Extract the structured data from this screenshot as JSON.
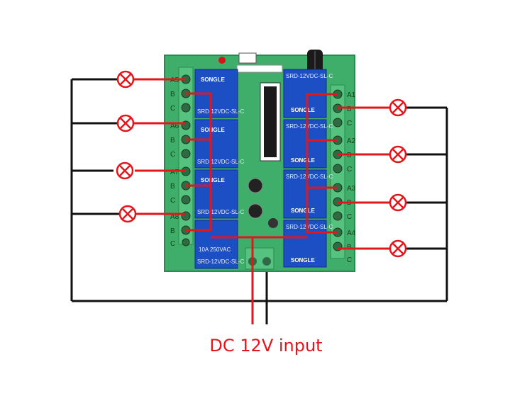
{
  "caption": "DC 12V input",
  "relay": {
    "brand": "SONGLE",
    "model_label": "SRD-12VDC-SL-C",
    "rating_label": "10A 250VAC",
    "count": 8
  },
  "terminal_labels": {
    "left": [
      "A5",
      "B",
      "C",
      "A6",
      "B",
      "C",
      "A7",
      "B",
      "C",
      "A8",
      "B",
      "C"
    ],
    "right": [
      "A1",
      "B",
      "C",
      "A2",
      "B",
      "C",
      "A3",
      "B",
      "C",
      "A4",
      "B",
      "C"
    ]
  },
  "colors": {
    "wire_red": "#e3161c",
    "wire_black": "#111111",
    "board_green": "#3fae6b",
    "relay_blue": "#1d4fc4",
    "terminal_green": "#55c27f",
    "lamp_fill": "#ffffff"
  },
  "icons": [
    "lamp-icon"
  ]
}
